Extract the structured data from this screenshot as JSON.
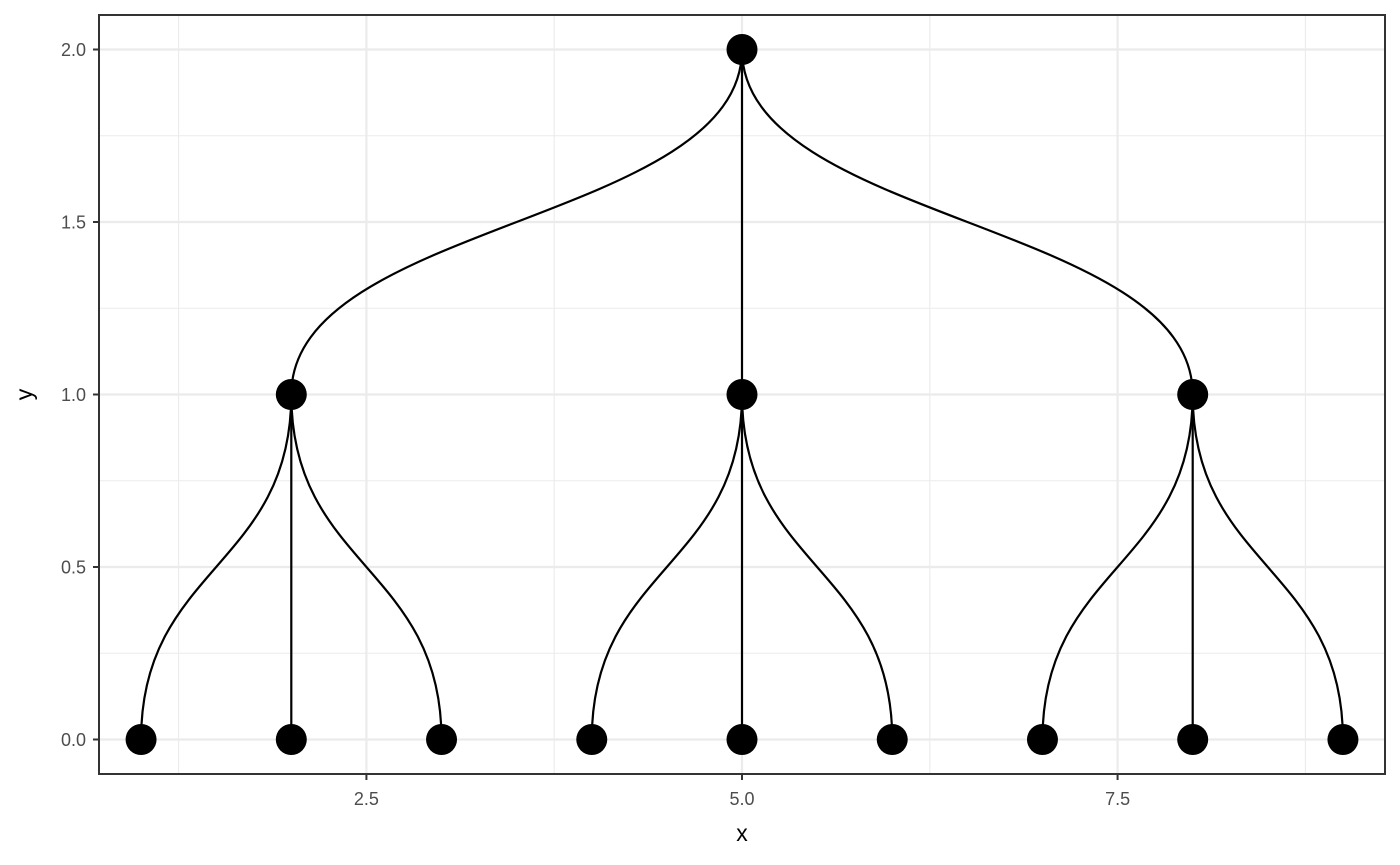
{
  "chart_data": {
    "type": "scatter",
    "subtype": "tree-diagram",
    "title": "",
    "xlabel": "x",
    "ylabel": "y",
    "xlim": [
      0.72,
      9.28
    ],
    "ylim": [
      -0.1,
      2.1
    ],
    "x_ticks": [
      2.5,
      5.0,
      7.5
    ],
    "x_tick_labels": [
      "2.5",
      "5.0",
      "7.5"
    ],
    "x_minor_ticks": [
      1.25,
      3.75,
      6.25,
      8.75
    ],
    "y_ticks": [
      0.0,
      0.5,
      1.0,
      1.5,
      2.0
    ],
    "y_tick_labels": [
      "0.0",
      "0.5",
      "1.0",
      "1.5",
      "2.0"
    ],
    "y_minor_ticks": [
      0.25,
      0.75,
      1.25,
      1.75
    ],
    "grid": true,
    "theme": "bw",
    "point_color": "#000000",
    "edge_color": "#000000",
    "nodes": [
      {
        "x": 5,
        "y": 2
      },
      {
        "x": 2,
        "y": 1
      },
      {
        "x": 5,
        "y": 1
      },
      {
        "x": 8,
        "y": 1
      },
      {
        "x": 1,
        "y": 0
      },
      {
        "x": 2,
        "y": 0
      },
      {
        "x": 3,
        "y": 0
      },
      {
        "x": 4,
        "y": 0
      },
      {
        "x": 5,
        "y": 0
      },
      {
        "x": 6,
        "y": 0
      },
      {
        "x": 7,
        "y": 0
      },
      {
        "x": 8,
        "y": 0
      },
      {
        "x": 9,
        "y": 0
      }
    ],
    "edges": [
      {
        "from": [
          5,
          2
        ],
        "to": [
          2,
          1
        ]
      },
      {
        "from": [
          5,
          2
        ],
        "to": [
          5,
          1
        ]
      },
      {
        "from": [
          5,
          2
        ],
        "to": [
          8,
          1
        ]
      },
      {
        "from": [
          2,
          1
        ],
        "to": [
          1,
          0
        ]
      },
      {
        "from": [
          2,
          1
        ],
        "to": [
          2,
          0
        ]
      },
      {
        "from": [
          2,
          1
        ],
        "to": [
          3,
          0
        ]
      },
      {
        "from": [
          5,
          1
        ],
        "to": [
          4,
          0
        ]
      },
      {
        "from": [
          5,
          1
        ],
        "to": [
          5,
          0
        ]
      },
      {
        "from": [
          5,
          1
        ],
        "to": [
          6,
          0
        ]
      },
      {
        "from": [
          8,
          1
        ],
        "to": [
          7,
          0
        ]
      },
      {
        "from": [
          8,
          1
        ],
        "to": [
          8,
          0
        ]
      },
      {
        "from": [
          8,
          1
        ],
        "to": [
          9,
          0
        ]
      }
    ]
  }
}
